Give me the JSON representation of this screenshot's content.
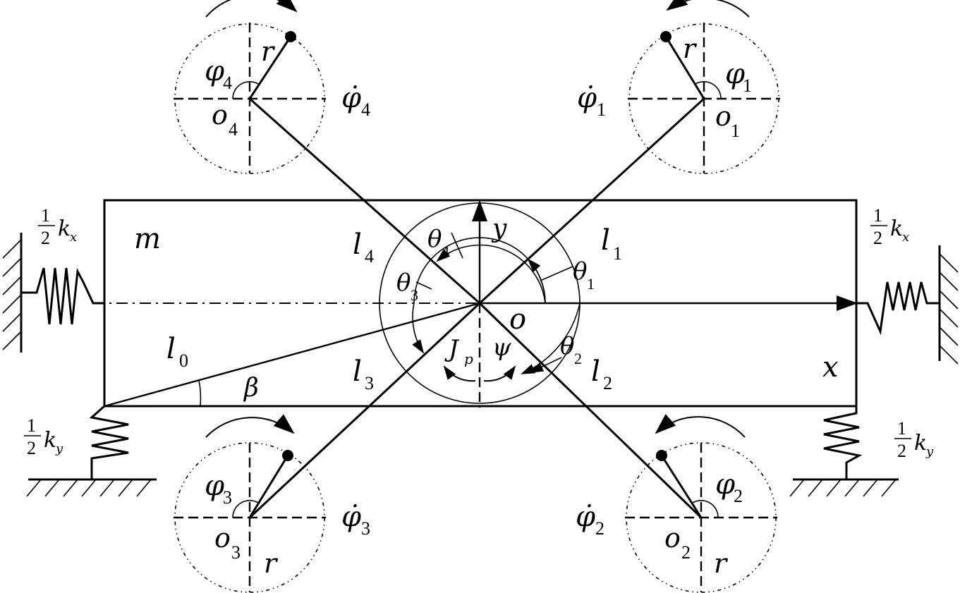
{
  "labels": {
    "mass": "m",
    "x_axis": "x",
    "y_axis": "y",
    "origin": "o",
    "l0": "l",
    "l0_sub": "0",
    "beta": "β",
    "psi": "ψ",
    "jp": "J",
    "jp_sub": "p",
    "l1": "l",
    "l1_sub": "1",
    "l2": "l",
    "l2_sub": "2",
    "l3": "l",
    "l3_sub": "3",
    "l4": "l",
    "l4_sub": "4",
    "theta1": "θ",
    "theta1_sub": "1",
    "theta2": "θ",
    "theta2_sub": "2",
    "theta3": "θ",
    "theta3_sub": "3",
    "theta4": "θ",
    "theta4_sub": "4"
  },
  "springs": {
    "half": "1",
    "two": "2",
    "kx_left": "k",
    "kx_left_sub": "x",
    "kx_right": "k",
    "kx_right_sub": "x",
    "ky_left": "k",
    "ky_left_sub": "y",
    "ky_right": "k",
    "ky_right_sub": "y"
  },
  "rotors": {
    "r1": {
      "center": "o",
      "center_sub": "1",
      "phi": "φ",
      "phi_sub": "1",
      "phidot": "φ̇",
      "phidot_sub": "1",
      "radius": "r"
    },
    "r2": {
      "center": "o",
      "center_sub": "2",
      "phi": "φ",
      "phi_sub": "2",
      "phidot": "φ̇",
      "phidot_sub": "2",
      "radius": "r"
    },
    "r3": {
      "center": "o",
      "center_sub": "3",
      "phi": "φ",
      "phi_sub": "3",
      "phidot": "φ̇",
      "phidot_sub": "3",
      "radius": "r"
    },
    "r4": {
      "center": "o",
      "center_sub": "4",
      "phi": "φ",
      "phi_sub": "4",
      "phidot": "φ̇",
      "phidot_sub": "4",
      "radius": "r"
    }
  }
}
